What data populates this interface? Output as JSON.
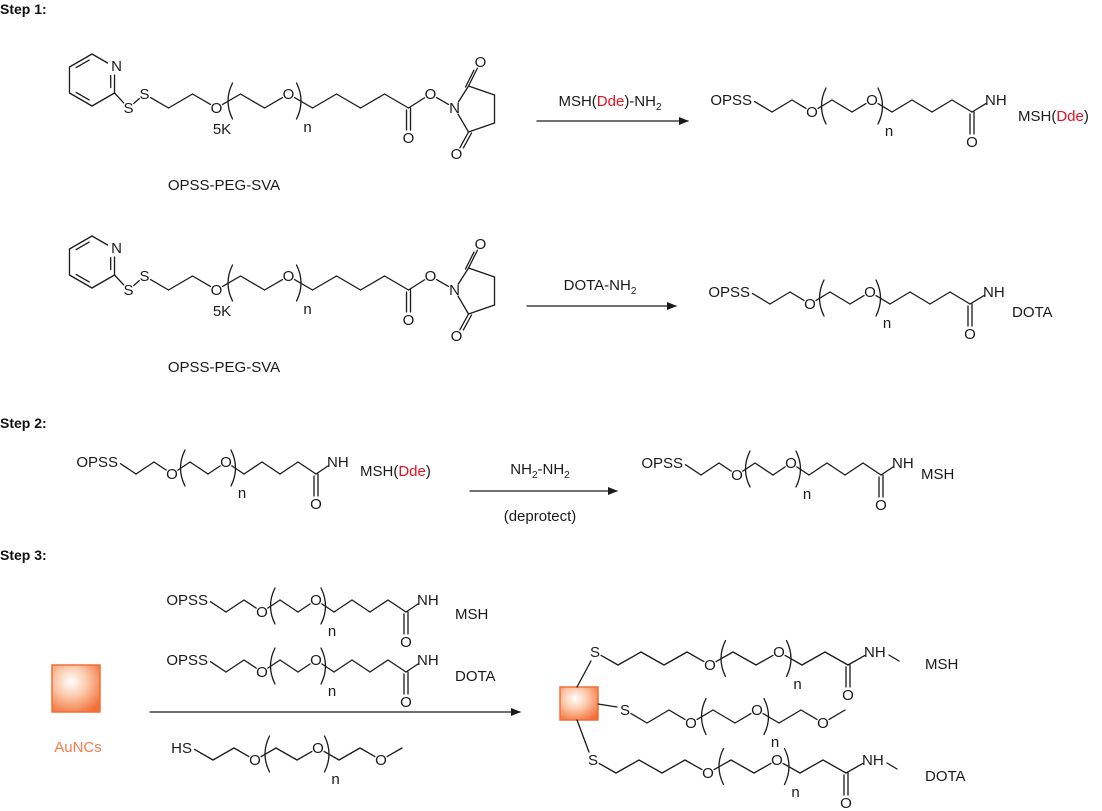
{
  "steps": {
    "step1": "Step 1:",
    "step2": "Step 2:",
    "step3": "Step 3:"
  },
  "atoms": {
    "O": "O",
    "N": "N",
    "S": "S",
    "NH": "NH",
    "n": "n"
  },
  "colors": {
    "protecting_group": "#e8101e",
    "gold_nanocluster": "#f47c4c"
  },
  "step1": {
    "reactants": [
      {
        "mw": "5K",
        "name": "OPSS-PEG-SVA"
      },
      {
        "mw": "5K",
        "name": "OPSS-PEG-SVA"
      }
    ],
    "reaction1": {
      "reagent": {
        "pre": "MSH(",
        "protect": "Dde",
        "post": ")-NH",
        "sub": "2"
      },
      "product_start": "OPSS",
      "product_end": {
        "pre": "MSH(",
        "protect": "Dde",
        "post": ")"
      }
    },
    "reaction2": {
      "reagent": {
        "pre": "DOTA-NH",
        "sub": "2"
      },
      "product_start": "OPSS",
      "product_end": "DOTA"
    }
  },
  "step2": {
    "reactant_start": "OPSS",
    "reactant_end": {
      "pre": "MSH(",
      "protect": "Dde",
      "post": ")"
    },
    "reagent": {
      "a": "NH",
      "a_sub": "2",
      "b": "-NH",
      "b_sub": "2"
    },
    "condition": "(deprotect)",
    "product_start": "OPSS",
    "product_end": "MSH"
  },
  "step3": {
    "nanocluster_label": "AuNCs",
    "reagents": [
      {
        "start": "OPSS",
        "end": "MSH"
      },
      {
        "start": "OPSS",
        "end": "DOTA"
      },
      {
        "start": "HS"
      }
    ],
    "product": {
      "top_end": "MSH",
      "bottom_end": "DOTA"
    }
  }
}
